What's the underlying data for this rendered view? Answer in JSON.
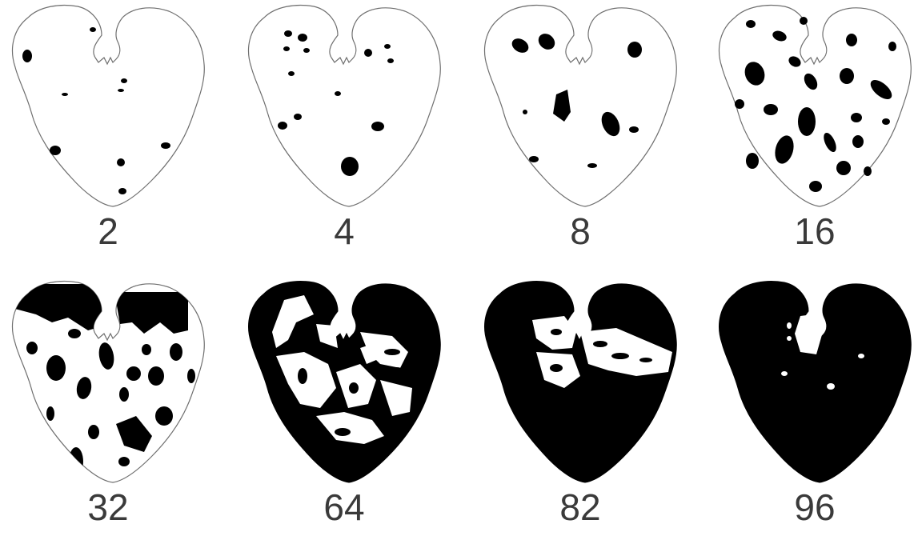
{
  "panels": [
    {
      "label": "2",
      "coverage_percent": 2
    },
    {
      "label": "4",
      "coverage_percent": 4
    },
    {
      "label": "8",
      "coverage_percent": 8
    },
    {
      "label": "16",
      "coverage_percent": 16
    },
    {
      "label": "32",
      "coverage_percent": 32
    },
    {
      "label": "64",
      "coverage_percent": 64
    },
    {
      "label": "82",
      "coverage_percent": 82
    },
    {
      "label": "96",
      "coverage_percent": 96
    }
  ],
  "colors": {
    "lesion": "#000000",
    "outline": "#6f6f6f",
    "label": "#3a3a3a"
  }
}
